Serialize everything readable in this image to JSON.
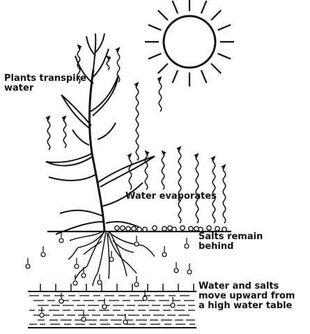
{
  "labels": {
    "transpire": [
      "Plants transpire",
      "water"
    ],
    "evaporates": "Water evaporates",
    "salts": [
      "Salts remain",
      "behind"
    ],
    "water_table": [
      "Water and salts",
      "move upward from",
      "a high water table"
    ]
  },
  "colors": {
    "ink": "#111111",
    "background": "#ffffff"
  }
}
